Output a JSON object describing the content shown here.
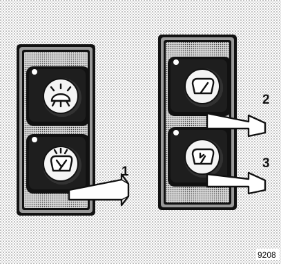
{
  "figure": {
    "reference_number": "9208",
    "background_color": "#ffffff",
    "ink_color": "#111111"
  },
  "switch_panels": [
    {
      "name": "left-panel",
      "switches": [
        {
          "name": "headlight-switch",
          "icon": "headlight-icon"
        },
        {
          "name": "rear-wiper-washer-switch",
          "icon": "rear-wiper-washer-icon",
          "callout": "1"
        }
      ]
    },
    {
      "name": "right-panel",
      "switches": [
        {
          "name": "rear-wiper-switch",
          "icon": "rear-wiper-icon",
          "callout": "2"
        },
        {
          "name": "rear-washer-switch",
          "icon": "rear-washer-icon",
          "callout": "3"
        }
      ]
    }
  ],
  "callouts": {
    "one": "1",
    "two": "2",
    "three": "3"
  }
}
